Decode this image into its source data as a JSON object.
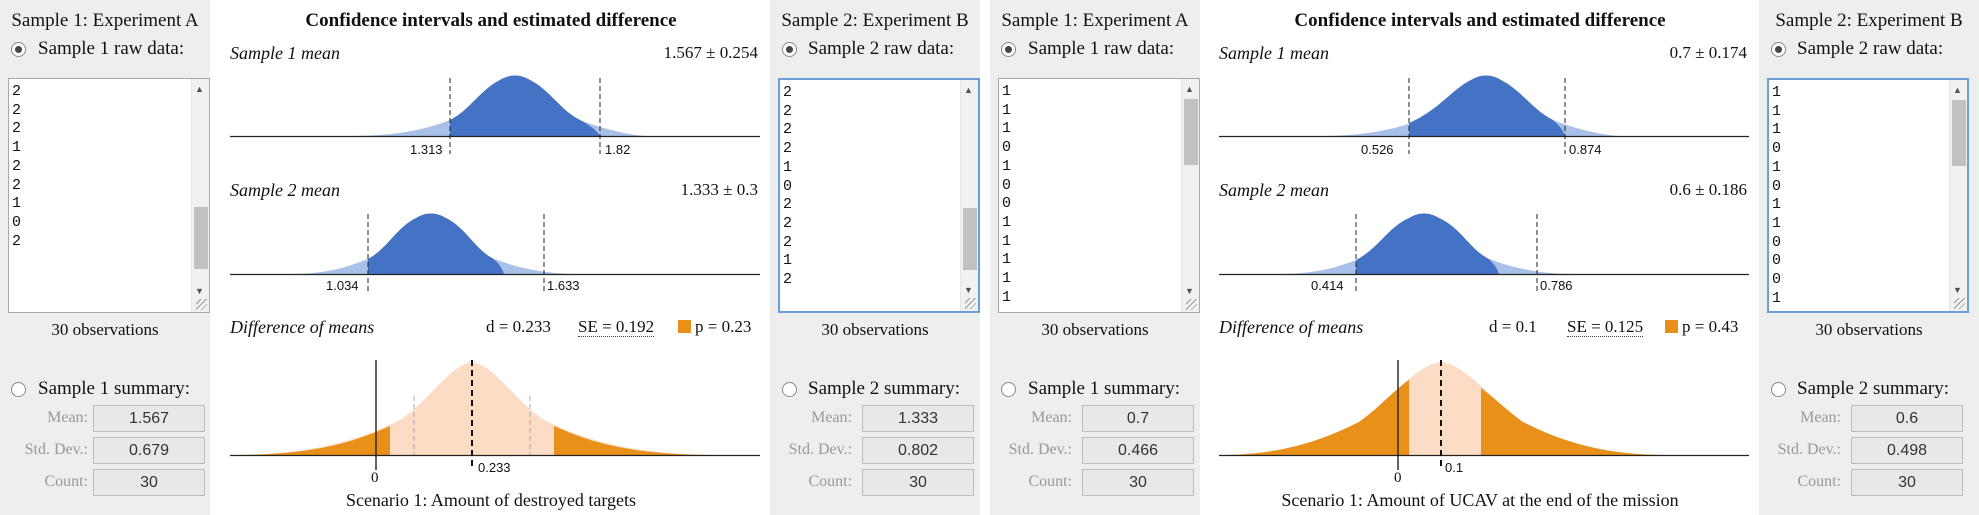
{
  "panels": [
    {
      "sample1": {
        "title": "Sample 1: Experiment A",
        "raw_label": "Sample 1 raw data:",
        "raw_values": "2\n2\n2\n1\n2\n2\n1\n0\n2",
        "observations": "30 observations",
        "summary_label": "Sample 1 summary:",
        "mean_label": "Mean:",
        "mean": "1.567",
        "sd_label": "Std. Dev.:",
        "sd": "0.679",
        "count_label": "Count:",
        "count": "30"
      },
      "center": {
        "title": "Confidence intervals and estimated difference",
        "s1_label": "Sample 1 mean",
        "s1_value": "1.567 ± 0.254",
        "s1_ci_low": "1.313",
        "s1_ci_high": "1.82",
        "s2_label": "Sample 2 mean",
        "s2_value": "1.333 ± 0.3",
        "s2_ci_low": "1.034",
        "s2_ci_high": "1.633",
        "diff_label": "Difference of means",
        "d_text": "d = 0.233",
        "se_text": "SE = 0.192",
        "p_text": "p = 0.23",
        "zero_label": "0",
        "diff_tick": "0.233",
        "caption": "Scenario 1: Amount of destroyed targets"
      },
      "sample2": {
        "title": "Sample 2: Experiment B",
        "raw_label": "Sample 2 raw data:",
        "raw_values": "2\n2\n2\n2\n1\n0\n2\n2\n2\n1\n2",
        "observations": "30 observations",
        "summary_label": "Sample 2 summary:",
        "mean_label": "Mean:",
        "mean": "1.333",
        "sd_label": "Std. Dev.:",
        "sd": "0.802",
        "count_label": "Count:",
        "count": "30"
      }
    },
    {
      "sample1": {
        "title": "Sample 1: Experiment A",
        "raw_label": "Sample 1 raw data:",
        "raw_values": "1\n1\n1\n0\n1\n0\n0\n1\n1\n1\n1\n1",
        "observations": "30 observations",
        "summary_label": "Sample 1 summary:",
        "mean_label": "Mean:",
        "mean": "0.7",
        "sd_label": "Std. Dev.:",
        "sd": "0.466",
        "count_label": "Count:",
        "count": "30"
      },
      "center": {
        "title": "Confidence intervals and estimated difference",
        "s1_label": "Sample 1 mean",
        "s1_value": "0.7 ± 0.174",
        "s1_ci_low": "0.526",
        "s1_ci_high": "0.874",
        "s2_label": "Sample 2 mean",
        "s2_value": "0.6 ± 0.186",
        "s2_ci_low": "0.414",
        "s2_ci_high": "0.786",
        "diff_label": "Difference of means",
        "d_text": "d = 0.1",
        "se_text": "SE = 0.125",
        "p_text": "p = 0.43",
        "zero_label": "0",
        "diff_tick": "0.1",
        "caption": "Scenario 1: Amount of UCAV at the end of the mission"
      },
      "sample2": {
        "title": "Sample 2: Experiment B",
        "raw_label": "Sample 2 raw data:",
        "raw_values": "1\n1\n1\n0\n1\n0\n1\n1\n0\n0\n0\n1",
        "observations": "30 observations",
        "summary_label": "Sample 2 summary:",
        "mean_label": "Mean:",
        "mean": "0.6",
        "sd_label": "Std. Dev.:",
        "sd": "0.498",
        "count_label": "Count:",
        "count": "30"
      }
    }
  ],
  "colors": {
    "ci_blue": "#4472c4",
    "ci_blue_light": "#a9c0e8",
    "p_orange": "#e8901a",
    "diff_peach": "#fcdcc4",
    "panel_bg": "#eeeeee"
  }
}
